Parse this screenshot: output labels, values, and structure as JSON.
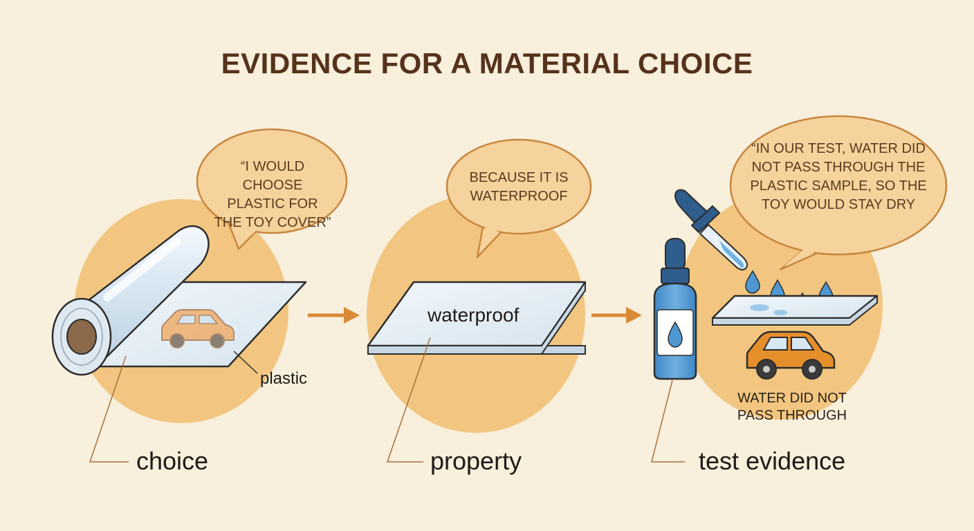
{
  "title": "EVIDENCE FOR A MATERIAL CHOICE",
  "stages": [
    {
      "label": "choice",
      "bubble": "“I WOULD CHOOSE PLASTIC FOR THE TOY COVER”",
      "callout": "plastic"
    },
    {
      "label": "property",
      "bubble": "BECAUSE IT IS WATERPROOF",
      "sheet_text": "waterproof"
    },
    {
      "label": "test evidence",
      "bubble": "“IN OUR TEST, WATER DID NOT PASS THROUGH THE PLASTIC SAMPLE, SO THE TOY WOULD STAY DRY",
      "result": "WATER DID NOT PASS THROUGH"
    }
  ],
  "colors": {
    "background": "#f8efdc",
    "circle": "#f2c680",
    "bubble_fill": "#f6d39c",
    "bubble_stroke": "#c8863e",
    "arrow": "#d98a35",
    "title": "#55321c",
    "car": "#e58f2b",
    "bottle": "#4f97d1"
  },
  "icons": [
    "plastic-roll-icon",
    "car-icon",
    "arrow-right-icon",
    "dropper-icon",
    "bottle-icon",
    "water-drop-icon"
  ]
}
